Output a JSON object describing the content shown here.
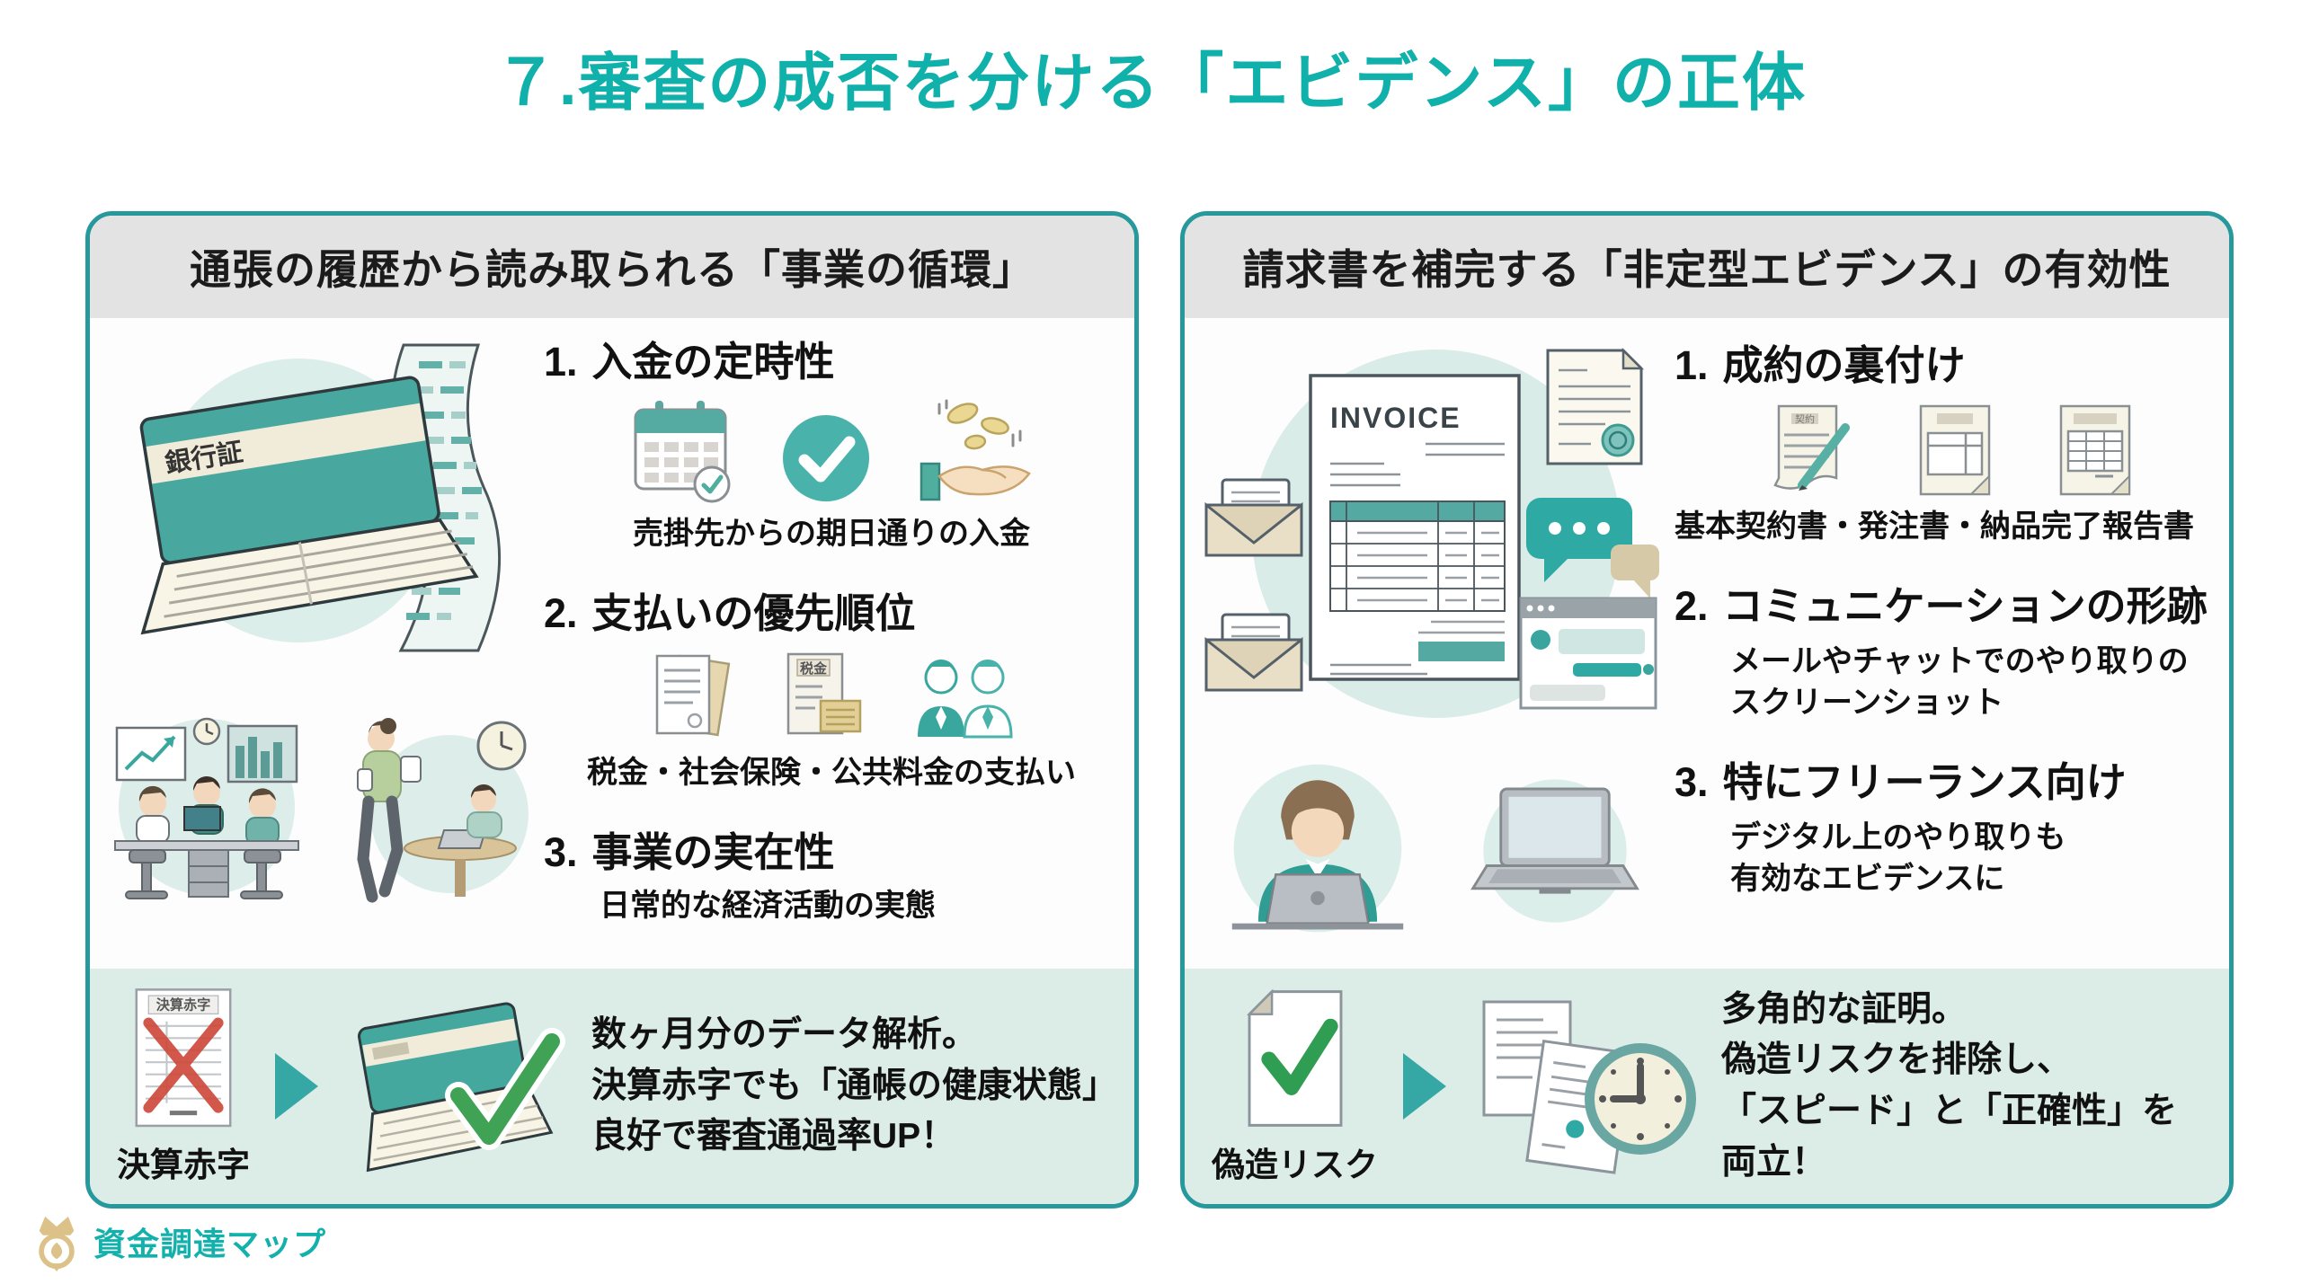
{
  "title": "７.審査の成否を分ける「エビデンス」の正体",
  "left": {
    "header": "通張の履歴から読み取られる「事業の循環」",
    "passbook_label": "銀行証",
    "tax_doc_label": "税金",
    "items": [
      {
        "num": "1.",
        "title": "入金の定時性",
        "caption_lines": [
          "売掛先からの期日通りの入金"
        ]
      },
      {
        "num": "2.",
        "title": "支払いの優先順位",
        "caption_lines": [
          "税金・社会保険・公共料金の支払い"
        ]
      },
      {
        "num": "3.",
        "title": "事業の実在性",
        "caption_lines": [
          "日常的な経済活動の実態"
        ]
      }
    ],
    "footer": {
      "icon_doc_title": "決算赤字",
      "icon_label": "決算赤字",
      "lines": [
        "数ヶ月分のデータ解析。",
        "決算赤字でも「通帳の健康状態」",
        "良好で審査通過率UP！"
      ]
    }
  },
  "right": {
    "header": "請求書を補完する「非定型エビデンス」の有効性",
    "invoice_title": "INVOICE",
    "contract_doc_label": "契約",
    "items": [
      {
        "num": "1.",
        "title": "成約の裏付け",
        "caption_lines": [
          "基本契約書・発注書・納品完了報告書"
        ]
      },
      {
        "num": "2.",
        "title": "コミュニケーションの形跡",
        "caption_lines": [
          "メールやチャットでのやり取りの",
          "スクリーンショット"
        ]
      },
      {
        "num": "3.",
        "title": "特にフリーランス向け",
        "caption_lines": [
          "デジタル上のやり取りも",
          "有効なエビデンスに"
        ]
      }
    ],
    "footer": {
      "icon_label": "偽造リスク",
      "lines": [
        "多角的な証明。",
        "偽造リスクを排除し、",
        "「スピード」と「正確性」を両立！"
      ]
    }
  },
  "logo": {
    "text": "資金調達マップ"
  },
  "colors": {
    "accent_teal": "#10b0ab",
    "panel_border": "#27999c",
    "header_gray": "#e3e3e3",
    "strip_mint": "#dcede8",
    "icon_teal": "#48a89f",
    "check_green": "#3fa254",
    "cross_red": "#cf4a3c",
    "gold": "#dcc188"
  }
}
